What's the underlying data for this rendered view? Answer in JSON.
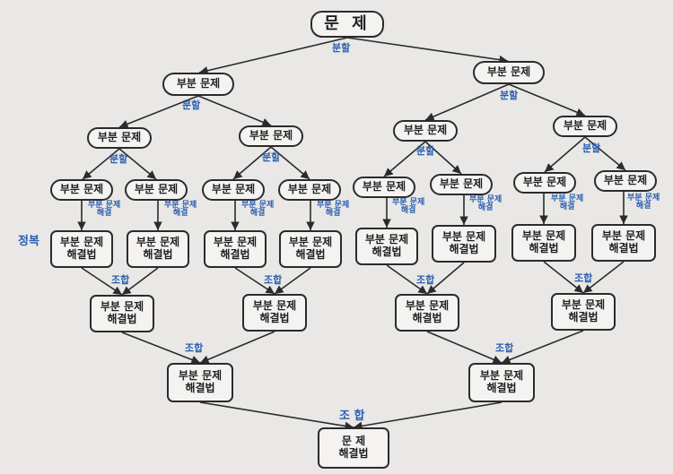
{
  "root": {
    "label": "문 제"
  },
  "labels": {
    "divide": "분할",
    "combine": "조합",
    "combine_final": "조 합",
    "conquer": "정복",
    "solve_line1": "부분 문제",
    "solve_line2": "해결"
  },
  "node_text": {
    "subproblem": "부분 문제",
    "solution_line1": "부분 문제",
    "solution_line2": "해결법",
    "final_line1": "문 제",
    "final_line2": "해결법"
  },
  "colors": {
    "annotation": "#2a5db0",
    "border": "#2b2b2b",
    "background": "#e9e8e6",
    "node_fill": "#f4f3f1"
  }
}
